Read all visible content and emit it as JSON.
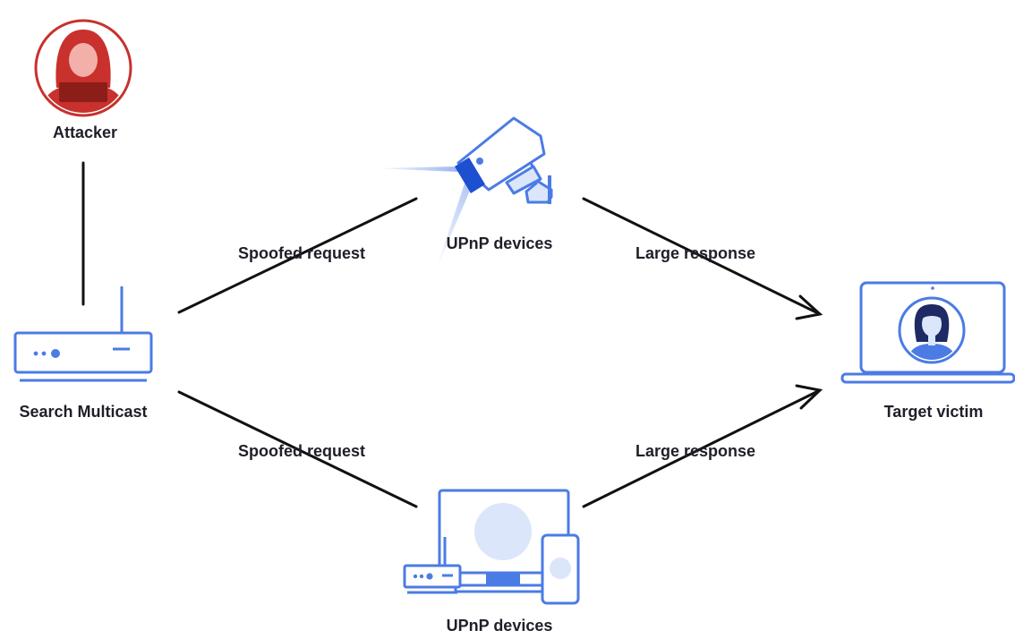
{
  "colors": {
    "attacker_red": "#c8312c",
    "attacker_red_light": "#f0a8a2",
    "device_blue": "#4b7be5",
    "device_blue_light": "#dbe6fb",
    "ink": "#111111",
    "text": "#1f1f2a"
  },
  "nodes": {
    "attacker": {
      "label": "Attacker",
      "icon": "hooded-attacker-icon"
    },
    "search_multicast": {
      "label": "Search Multicast",
      "icon": "router-icon"
    },
    "upnp_top": {
      "label": "UPnP devices",
      "icon": "security-camera-icon"
    },
    "upnp_bottom": {
      "label": "UPnP devices",
      "icon": "monitor-router-phone-icon"
    },
    "target": {
      "label": "Target victim",
      "icon": "laptop-user-icon"
    }
  },
  "edges": {
    "spoofed_top": "Spoofed request",
    "spoofed_bottom": "Spoofed request",
    "large_top": "Large response",
    "large_bottom": "Large response"
  }
}
